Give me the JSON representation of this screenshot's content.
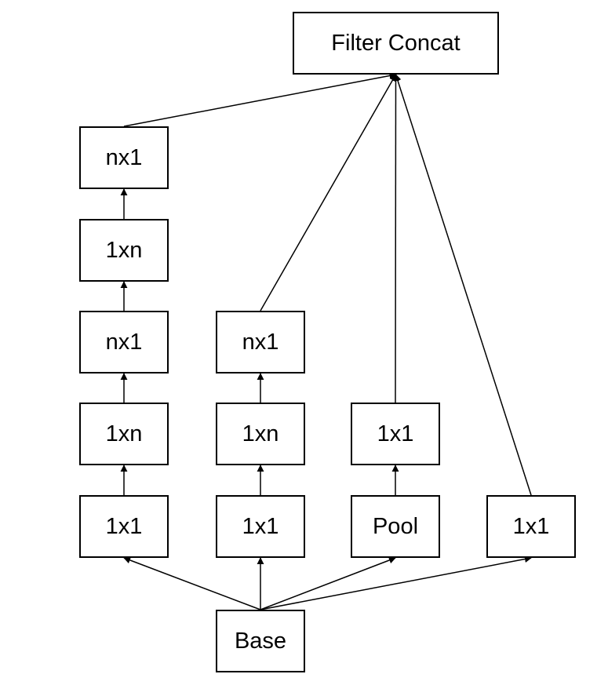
{
  "diagram": {
    "nodes": {
      "filter_concat": "Filter Concat",
      "b1_nx1_top": "nx1",
      "b1_1xn_upper": "1xn",
      "b1_nx1_mid": "nx1",
      "b1_1xn_lower": "1xn",
      "b1_1x1": "1x1",
      "b2_nx1": "nx1",
      "b2_1xn": "1xn",
      "b2_1x1": "1x1",
      "b3_1x1": "1x1",
      "b3_pool": "Pool",
      "b4_1x1": "1x1",
      "base": "Base"
    },
    "edges": [
      {
        "from": "base",
        "to": "b1_1x1"
      },
      {
        "from": "base",
        "to": "b2_1x1"
      },
      {
        "from": "base",
        "to": "b3_pool"
      },
      {
        "from": "base",
        "to": "b4_1x1"
      },
      {
        "from": "b1_1x1",
        "to": "b1_1xn_lower"
      },
      {
        "from": "b1_1xn_lower",
        "to": "b1_nx1_mid"
      },
      {
        "from": "b1_nx1_mid",
        "to": "b1_1xn_upper"
      },
      {
        "from": "b1_1xn_upper",
        "to": "b1_nx1_top"
      },
      {
        "from": "b1_nx1_top",
        "to": "filter_concat"
      },
      {
        "from": "b2_1x1",
        "to": "b2_1xn"
      },
      {
        "from": "b2_1xn",
        "to": "b2_nx1"
      },
      {
        "from": "b2_nx1",
        "to": "filter_concat"
      },
      {
        "from": "b3_pool",
        "to": "b3_1x1"
      },
      {
        "from": "b3_1x1",
        "to": "filter_concat"
      },
      {
        "from": "b4_1x1",
        "to": "filter_concat"
      }
    ],
    "colors": {
      "stroke": "#000000",
      "background": "#ffffff",
      "text": "#000000"
    }
  }
}
